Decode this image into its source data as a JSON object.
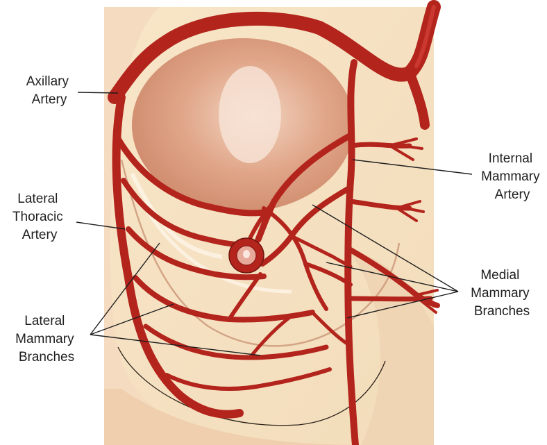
{
  "labels": {
    "axillary": [
      "Axillary",
      "Artery"
    ],
    "internal": [
      "Internal",
      "Mammary",
      "Artery"
    ],
    "lateral_thoracic": [
      "Lateral",
      "Thoracic",
      "Artery"
    ],
    "medial_branches": [
      "Medial",
      "Mammary",
      "Branches"
    ],
    "lateral_branches": [
      "Lateral",
      "Mammary",
      "Branches"
    ]
  },
  "colors": {
    "artery": "#b3241c",
    "artery_dark": "#8e1a14",
    "skin": "#f6e4c6",
    "skin_light": "#fbeed8",
    "muscle": "#d9967a",
    "background": "#ffffff",
    "text": "#1e1e1e",
    "leader": "#1e1e1e"
  }
}
